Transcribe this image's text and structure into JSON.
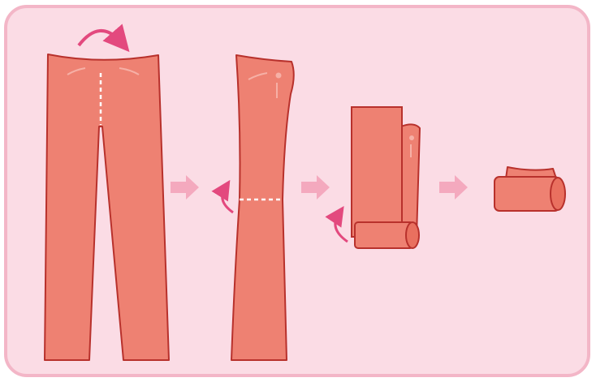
{
  "colors": {
    "panel_fill": "#FBDCE5",
    "panel_border": "#F3B6C7",
    "garment_fill": "#EE8172",
    "garment_outline": "#B8312C",
    "fold_line": "#FFFFFF",
    "motion_arrow": "#E3497E",
    "step_arrow": "#F4A9BE"
  },
  "steps": [
    {
      "name": "trousers-flat",
      "icon": "trousers-icon",
      "action": "fold-in-half-lengthwise"
    },
    {
      "name": "trousers-folded-lengthwise",
      "icon": "folded-leg-icon",
      "action": "fold-up-at-knee"
    },
    {
      "name": "trousers-rolled-start",
      "icon": "partial-roll-icon",
      "action": "roll-up"
    },
    {
      "name": "trousers-rolled",
      "icon": "rolled-trousers-icon",
      "action": "done"
    }
  ]
}
